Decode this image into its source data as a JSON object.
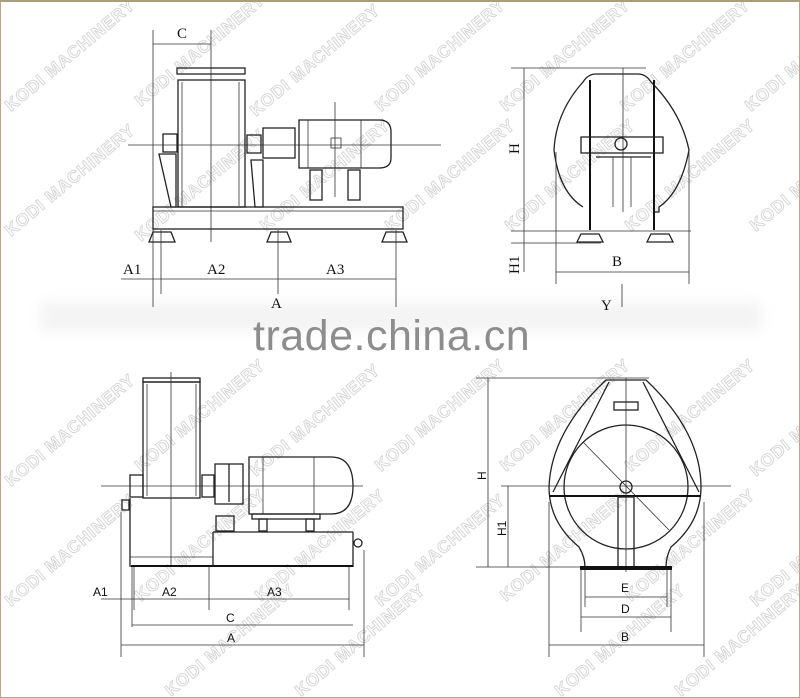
{
  "watermarks": {
    "brand": "KODI MACHINERY",
    "site": "trade.china.cn"
  },
  "views": {
    "top_left": {
      "title": "side-view-upper",
      "labels": {
        "c": "C",
        "a1": "A1",
        "a2": "A2",
        "a3": "A3",
        "a": "A"
      }
    },
    "top_right": {
      "title": "end-view-upper",
      "labels": {
        "h": "H",
        "h1": "H1",
        "b": "B",
        "y": "Y"
      }
    },
    "bottom_left": {
      "title": "side-view-lower",
      "labels": {
        "a1": "A1",
        "a2": "A2",
        "a3": "A3",
        "c": "C",
        "a": "A"
      }
    },
    "bottom_right": {
      "title": "end-view-lower",
      "labels": {
        "h": "H",
        "h1": "H1",
        "e": "E",
        "d": "D",
        "b": "B"
      }
    }
  },
  "colors": {
    "line": "#222222",
    "watermark_site": "#8d8d8d",
    "watermark_brand": "#d4d4d4",
    "border": "#b5ab8c"
  }
}
